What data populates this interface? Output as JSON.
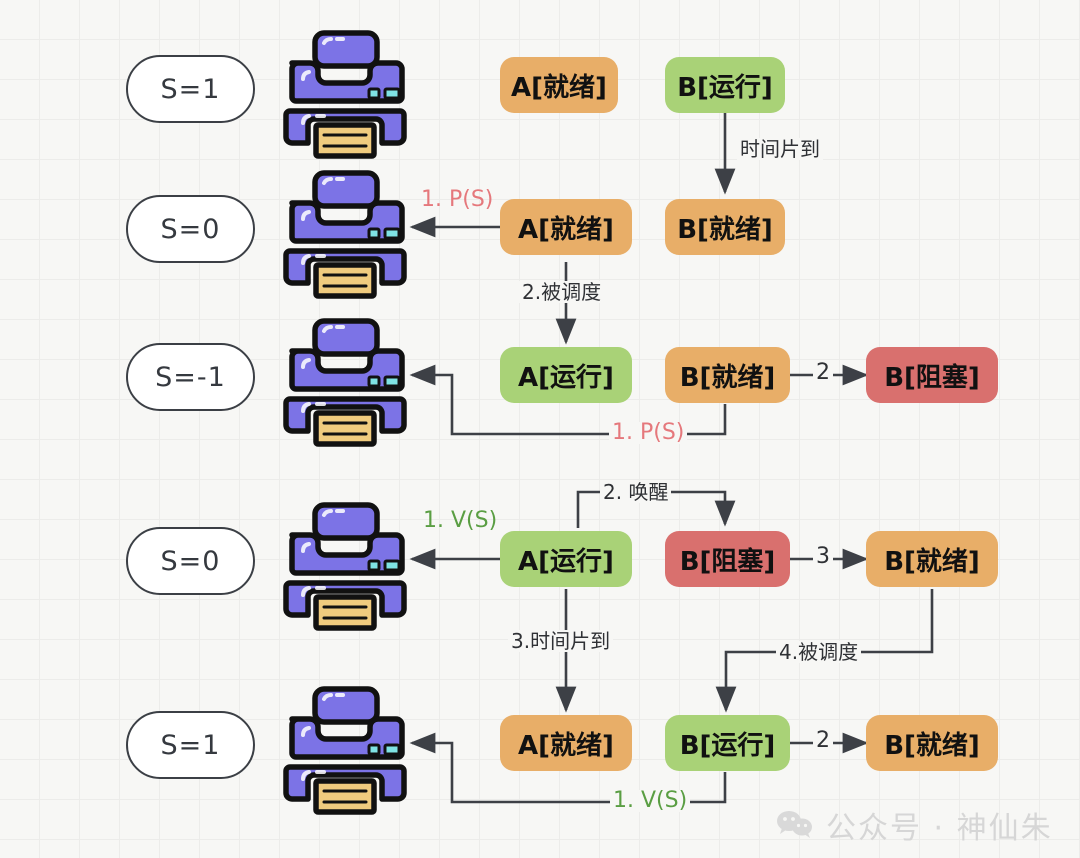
{
  "semaphore_labels": [
    {
      "id": "s-row-1",
      "text": "S=1"
    },
    {
      "id": "s-row-2",
      "text": "S=0"
    },
    {
      "id": "s-row-3",
      "text": "S=-1"
    },
    {
      "id": "s-row-4",
      "text": "S=0"
    },
    {
      "id": "s-row-5",
      "text": "S=1"
    }
  ],
  "states": [
    {
      "id": "r1-a",
      "text": "A[就绪]",
      "color": "orange"
    },
    {
      "id": "r1-b",
      "text": "B[运行]",
      "color": "green"
    },
    {
      "id": "r2-a",
      "text": "A[就绪]",
      "color": "orange"
    },
    {
      "id": "r2-b",
      "text": "B[就绪]",
      "color": "orange"
    },
    {
      "id": "r3-a",
      "text": "A[运行]",
      "color": "green"
    },
    {
      "id": "r3-b",
      "text": "B[就绪]",
      "color": "orange"
    },
    {
      "id": "r3-c",
      "text": "B[阻塞]",
      "color": "red"
    },
    {
      "id": "r4-a",
      "text": "A[运行]",
      "color": "green"
    },
    {
      "id": "r4-b",
      "text": "B[阻塞]",
      "color": "red"
    },
    {
      "id": "r4-c",
      "text": "B[就绪]",
      "color": "orange"
    },
    {
      "id": "r5-a",
      "text": "A[就绪]",
      "color": "orange"
    },
    {
      "id": "r5-b",
      "text": "B[运行]",
      "color": "green"
    },
    {
      "id": "r5-c",
      "text": "B[就绪]",
      "color": "orange"
    }
  ],
  "edge_labels": {
    "r1_timeslice": "时间片到",
    "r2_ps": "1. P(S)",
    "r2_scheduled": "2.被调度",
    "r3_two": "2",
    "r3_ps": "1. P(S)",
    "r4_vs": "1. V(S)",
    "r4_wakeup": "2. 唤醒",
    "r4_three": "3",
    "r5_timeslice": "3.时间片到",
    "r5_scheduled": "4.被调度",
    "r5_two": "2",
    "r5_vs": "1. V(S)"
  },
  "colors": {
    "orange": "#e8ae68",
    "green": "#a9d277",
    "red": "#d9706e",
    "ps_text": "#e5787c",
    "vs_text": "#5a9e43",
    "wire": "#3d4046",
    "printer_body": "#7c73e6",
    "printer_paper": "#f0cb7e",
    "printer_led": "#7fe3e3",
    "grid": "#ececea",
    "background": "#f7f7f5"
  },
  "watermark": {
    "icon": "wechat-icon",
    "text": "公众号 · 神仙朱"
  }
}
